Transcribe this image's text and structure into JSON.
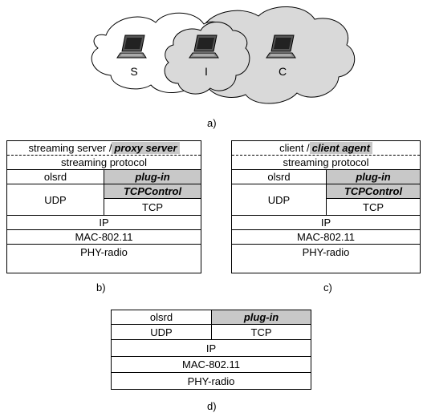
{
  "figure_a": {
    "nodes": [
      {
        "label": "S"
      },
      {
        "label": "I"
      },
      {
        "label": "C"
      }
    ],
    "caption": "a)"
  },
  "figure_b": {
    "header_prefix": "streaming server / ",
    "header_highlight": "proxy server",
    "rows": {
      "protocol": "streaming protocol",
      "olsrd": "olsrd",
      "plugin": "plug-in",
      "udp": "UDP",
      "tcpcontrol": "TCPControl",
      "tcp": "TCP",
      "ip": "IP",
      "mac": "MAC-802.11",
      "phy": "PHY-radio"
    },
    "caption": "b)"
  },
  "figure_c": {
    "header_prefix": "client / ",
    "header_highlight": "client agent",
    "rows": {
      "protocol": "streaming protocol",
      "olsrd": "olsrd",
      "plugin": "plug-in",
      "udp": "UDP",
      "tcpcontrol": "TCPControl",
      "tcp": "TCP",
      "ip": "IP",
      "mac": "MAC-802.11",
      "phy": "PHY-radio"
    },
    "caption": "c)"
  },
  "figure_d": {
    "rows": {
      "olsrd": "olsrd",
      "plugin": "plug-in",
      "udp": "UDP",
      "tcp": "TCP",
      "ip": "IP",
      "mac": "MAC-802.11",
      "phy": "PHY-radio"
    },
    "caption": "d)"
  },
  "colors": {
    "cloud_white": "#ffffff",
    "cloud_gray": "#d9d9d9",
    "highlight_gray": "#c8c8c8",
    "stroke": "#000000"
  }
}
